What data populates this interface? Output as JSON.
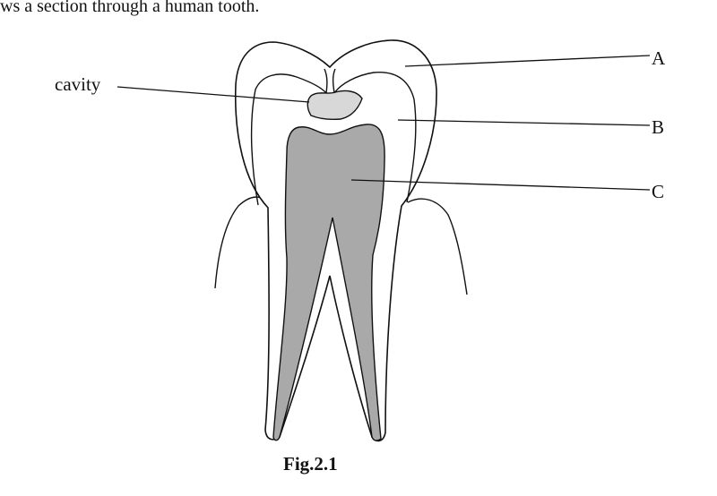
{
  "header_text": "ws a section through a human tooth.",
  "labels": {
    "cavity": "cavity",
    "a": "A",
    "b": "B",
    "c": "C"
  },
  "caption": "Fig.2.1",
  "colors": {
    "outline": "#111111",
    "pulp_fill": "#a9a9a9",
    "cavity_fill": "#d8d8d8",
    "background": "#ffffff"
  }
}
